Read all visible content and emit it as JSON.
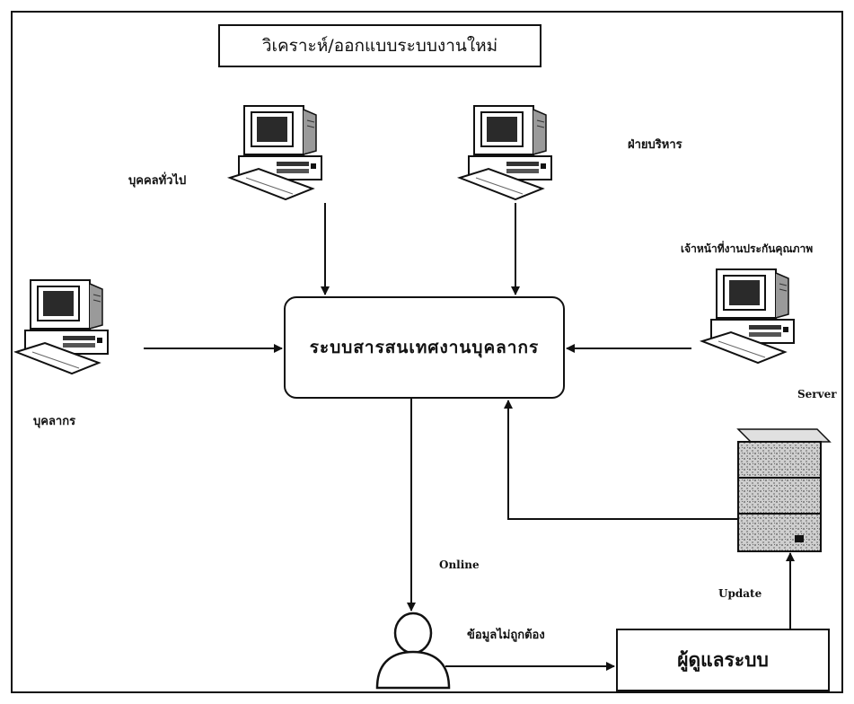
{
  "title": "วิเคราะห์/ออกแบบระบบงานใหม่",
  "central_system": "ระบบสารสนเทศงานบุคลากร",
  "admin": "ผู้ดูแลระบบ",
  "nodes": {
    "general_public": "บุคคลทั่วไป",
    "management": "ฝ่ายบริหาร",
    "qa_officer": "เจ้าหน้าที่งานประกันคุณภาพ",
    "personnel": "บุคลากร",
    "server": "Server"
  },
  "edges": {
    "online": "Online",
    "incorrect_data": "ข้อมูลไม่ถูกต้อง",
    "update": "Update"
  },
  "icons": [
    "computer-icon",
    "server-icon",
    "user-icon"
  ]
}
